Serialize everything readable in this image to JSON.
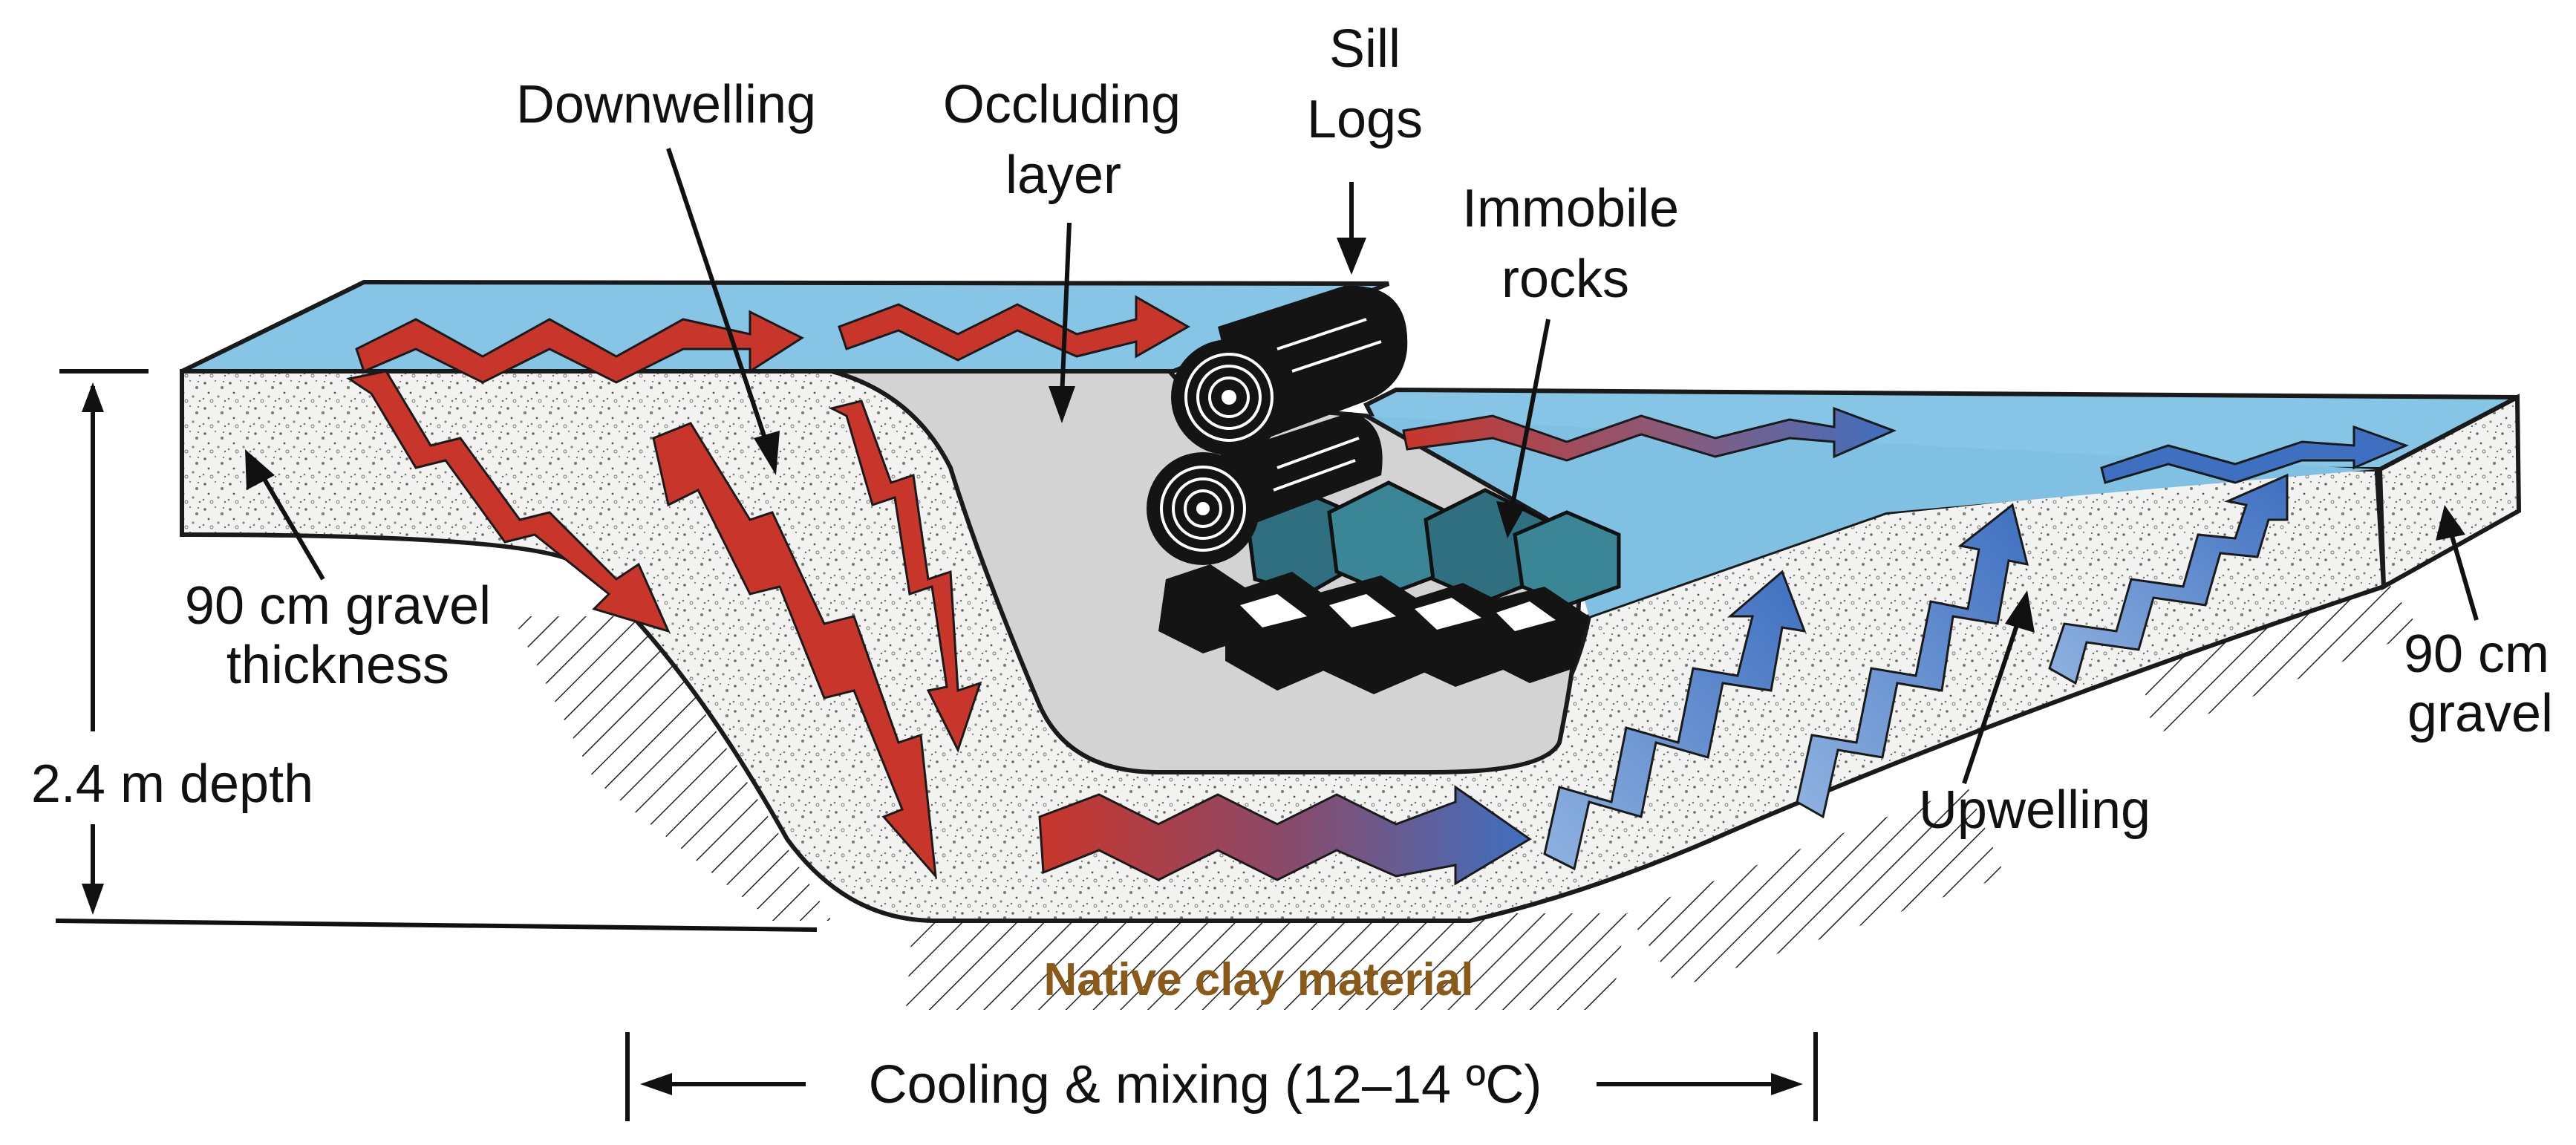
{
  "labels": {
    "downwelling": "Downwelling",
    "occluding_1": "Occluding",
    "occluding_2": "layer",
    "sill_1": "Sill",
    "sill_2": "Logs",
    "immobile_1": "Immobile",
    "immobile_2": "rocks",
    "gravel_left_1": "90 cm gravel",
    "gravel_left_2": "thickness",
    "depth": "2.4 m depth",
    "gravel_right_1": "90 cm",
    "gravel_right_2": "gravel",
    "upwelling": "Upwelling",
    "clay": "Native clay material",
    "cooling": "Cooling & mixing (12–14 ºC)"
  },
  "colors": {
    "water": "#86c5e6",
    "water_dark": "#5aa9d4",
    "gravel": "#f1f1ef",
    "pool": "#d3d3d3",
    "warm_arrow": "#c8362b",
    "cool_arrow": "#3f6fc0",
    "clay_text": "#8a5a1a",
    "logs": "#141414",
    "rocks_teal": "#2f6f7f"
  },
  "icons": [
    "wood-log-icon",
    "rock-icon",
    "zigzag-arrow-icon"
  ]
}
